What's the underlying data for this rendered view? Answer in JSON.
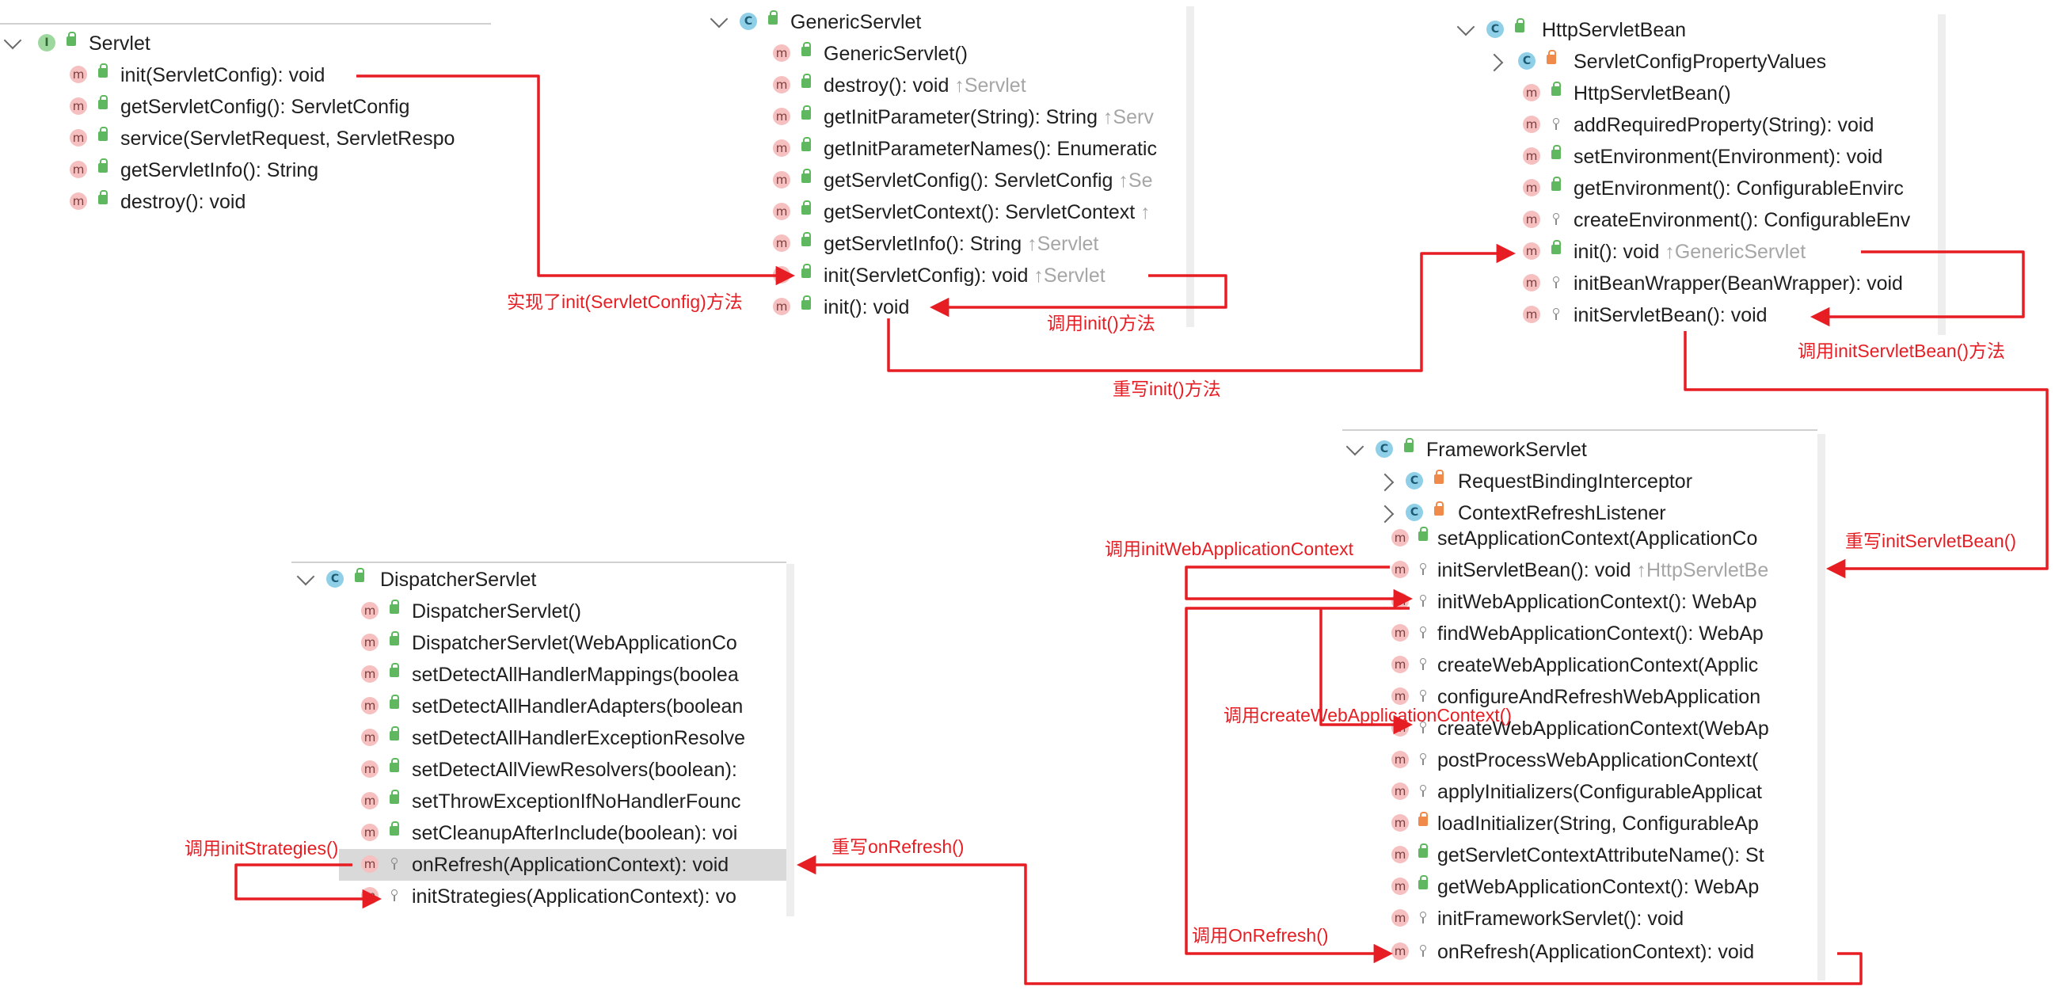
{
  "servlet": {
    "name": "Servlet",
    "methods": [
      "init(ServletConfig): void",
      "getServletConfig(): ServletConfig",
      "service(ServletRequest, ServletRespo",
      "getServletInfo(): String",
      "destroy(): void"
    ]
  },
  "generic_servlet": {
    "name": "GenericServlet",
    "methods": [
      {
        "sig": "GenericServlet()",
        "inh": ""
      },
      {
        "sig": "destroy(): void ",
        "inh": "↑Servlet"
      },
      {
        "sig": "getInitParameter(String): String ",
        "inh": "↑Serv"
      },
      {
        "sig": "getInitParameterNames(): Enumeratic",
        "inh": ""
      },
      {
        "sig": "getServletConfig(): ServletConfig ",
        "inh": "↑Se"
      },
      {
        "sig": "getServletContext(): ServletContext ",
        "inh": "↑"
      },
      {
        "sig": "getServletInfo(): String ",
        "inh": "↑Servlet"
      },
      {
        "sig": "init(ServletConfig): void ",
        "inh": "↑Servlet"
      },
      {
        "sig": "init(): void",
        "inh": ""
      }
    ]
  },
  "http_servlet_bean": {
    "name": "HttpServletBean",
    "inner": "ServletConfigPropertyValues",
    "methods": [
      {
        "sig": "HttpServletBean()",
        "inh": ""
      },
      {
        "sig": "addRequiredProperty(String): void",
        "inh": ""
      },
      {
        "sig": "setEnvironment(Environment): void",
        "inh": ""
      },
      {
        "sig": "getEnvironment(): ConfigurableEnvirc",
        "inh": ""
      },
      {
        "sig": "createEnvironment(): ConfigurableEnv",
        "inh": ""
      },
      {
        "sig": "init(): void ",
        "inh": "↑GenericServlet"
      },
      {
        "sig": "initBeanWrapper(BeanWrapper): void",
        "inh": ""
      },
      {
        "sig": "initServletBean(): void",
        "inh": ""
      }
    ]
  },
  "framework_servlet": {
    "name": "FrameworkServlet",
    "inner": [
      "RequestBindingInterceptor",
      "ContextRefreshListener"
    ],
    "methods": [
      {
        "sig": "setApplicationContext(ApplicationCo",
        "inh": ""
      },
      {
        "sig": "initServletBean(): void ",
        "inh": "↑HttpServletBe"
      },
      {
        "sig": "initWebApplicationContext(): WebAp",
        "inh": ""
      },
      {
        "sig": "findWebApplicationContext(): WebAp",
        "inh": ""
      },
      {
        "sig": "createWebApplicationContext(Applic",
        "inh": ""
      },
      {
        "sig": "configureAndRefreshWebApplication",
        "inh": ""
      },
      {
        "sig": "createWebApplicationContext(WebAp",
        "inh": ""
      },
      {
        "sig": "postProcessWebApplicationContext(",
        "inh": ""
      },
      {
        "sig": "applyInitializers(ConfigurableApplicat",
        "inh": ""
      },
      {
        "sig": "loadInitializer(String, ConfigurableAp",
        "inh": ""
      },
      {
        "sig": "getServletContextAttributeName(): St",
        "inh": ""
      },
      {
        "sig": "getWebApplicationContext(): WebAp",
        "inh": ""
      },
      {
        "sig": "initFrameworkServlet(): void",
        "inh": ""
      },
      {
        "sig": "onRefresh(ApplicationContext): void",
        "inh": ""
      }
    ]
  },
  "dispatcher_servlet": {
    "name": "DispatcherServlet",
    "methods": [
      {
        "sig": "DispatcherServlet()",
        "inh": ""
      },
      {
        "sig": "DispatcherServlet(WebApplicationCo",
        "inh": ""
      },
      {
        "sig": "setDetectAllHandlerMappings(boolea",
        "inh": ""
      },
      {
        "sig": "setDetectAllHandlerAdapters(boolean",
        "inh": ""
      },
      {
        "sig": "setDetectAllHandlerExceptionResolve",
        "inh": ""
      },
      {
        "sig": "setDetectAllViewResolvers(boolean): ",
        "inh": ""
      },
      {
        "sig": "setThrowExceptionIfNoHandlerFounc",
        "inh": ""
      },
      {
        "sig": "setCleanupAfterInclude(boolean): voi",
        "inh": ""
      },
      {
        "sig": "onRefresh(ApplicationContext): void",
        "inh": ""
      },
      {
        "sig": "initStrategies(ApplicationContext): vo",
        "inh": ""
      }
    ]
  },
  "annotations": {
    "implemented_init": "实现了init(ServletConfig)方法",
    "call_init": "调用init()方法",
    "override_init": "重写init()方法",
    "call_init_servlet_bean": "调用initServletBean()方法",
    "override_init_servlet_bean": "重写initServletBean()",
    "call_init_web_app_ctx": "调用initWebApplicationContext",
    "call_create_web_app_ctx": "调用createWebApplicationContext()",
    "call_on_refresh": "调用OnRefresh()",
    "override_on_refresh": "重写onRefresh()",
    "call_init_strategies": "调用initStrategies()"
  },
  "colors": {
    "annotation": "#e61e24",
    "method_badge": "#f6c0c0",
    "class_badge": "#8fd0e8",
    "interface_badge": "#9fd89f"
  },
  "icons": [
    "method-icon",
    "class-icon",
    "interface-icon",
    "public-icon",
    "protected-icon",
    "private-icon",
    "chevron-down-icon",
    "chevron-right-icon"
  ]
}
